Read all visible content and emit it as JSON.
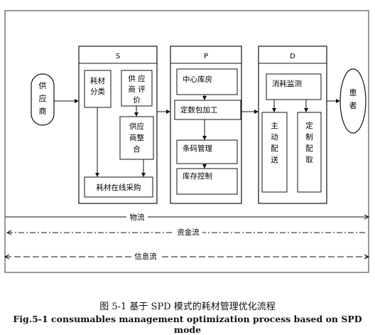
{
  "supplier": "供应商",
  "patient": "患者",
  "sections": {
    "s": {
      "title": "S",
      "classify": [
        "耗材",
        "分类"
      ],
      "evaluate": [
        "供 应",
        "商 评",
        "价"
      ],
      "integrate": [
        "供应",
        "商整",
        "合"
      ],
      "purchase": "耗材在线采购"
    },
    "p": {
      "title": "P",
      "warehouse": "中心库房",
      "packaging": "定数包加工",
      "barcode": "条码管理",
      "inventory": "库存控制"
    },
    "d": {
      "title": "D",
      "monitoring": "消耗监测",
      "active": [
        "主",
        "动",
        "配",
        "送"
      ],
      "scheduled": [
        "定",
        "制",
        "配",
        "取"
      ]
    }
  },
  "flows": {
    "logistics": "物流",
    "capital": "资金流",
    "information": "信息流"
  },
  "caption": {
    "zh": "图 5-1 基于 SPD 模式的耗材管理优化流程",
    "en": "Fig.5-1 consumables management optimization process based on SPD mode"
  }
}
